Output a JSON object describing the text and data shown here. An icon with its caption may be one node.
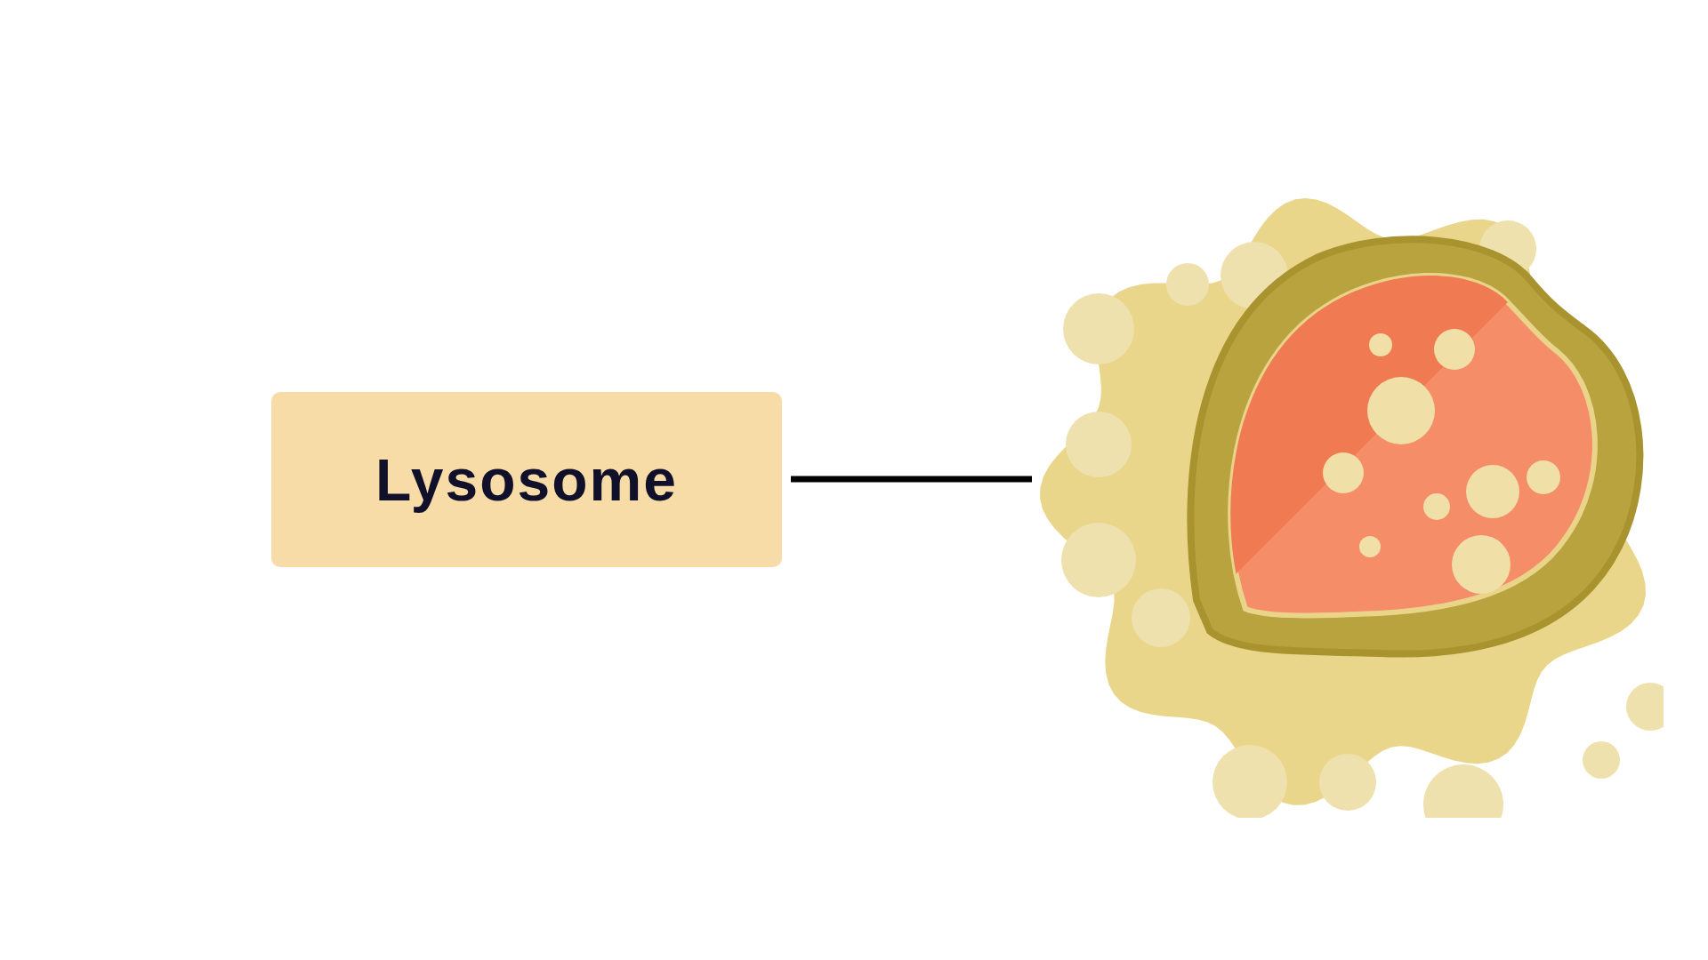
{
  "diagram": {
    "nodes": [
      {
        "text": [
          "Lysosome"
        ]
      },
      {
        "text": [],
        "shape": "picture"
      }
    ],
    "edges": [
      {
        "from": 0,
        "to": 1,
        "arrow": "none"
      }
    ]
  }
}
